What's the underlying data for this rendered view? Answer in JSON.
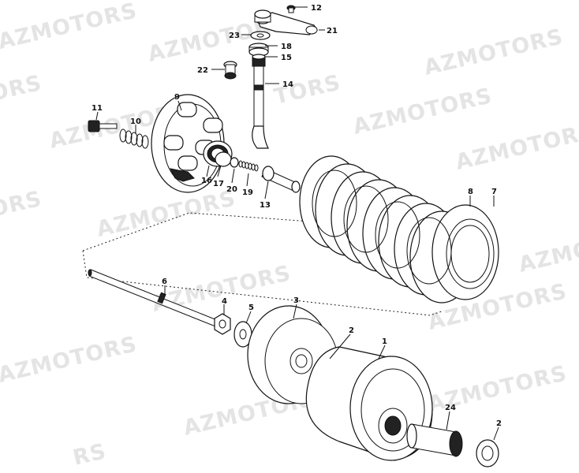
{
  "watermark": "AZMOTORS",
  "watermark_fragments": [
    "AZMOTORS",
    "ORS",
    "TORS",
    "AZMOTORS",
    "AZMOTORS",
    "AZMOTORS",
    "AZMOTORS",
    "AZMOTORS",
    "ORS",
    "AZMOTORS",
    "AZMOTORS",
    "AZMOTORS",
    "AZMOTORS",
    "AZMOTORS",
    "AZMOTORS",
    "AZMOTORS",
    "RS"
  ],
  "callouts": {
    "c1": "1",
    "c2a": "2",
    "c2b": "2",
    "c3": "3",
    "c4": "4",
    "c5": "5",
    "c6": "6",
    "c7": "7",
    "c8": "8",
    "c9": "9",
    "c10": "10",
    "c11": "11",
    "c12": "12",
    "c13": "13",
    "c14": "14",
    "c15": "15",
    "c16": "16",
    "c17": "17",
    "c18": "18",
    "c19": "19",
    "c20": "20",
    "c21": "21",
    "c22": "22",
    "c23": "23",
    "c24": "24"
  }
}
